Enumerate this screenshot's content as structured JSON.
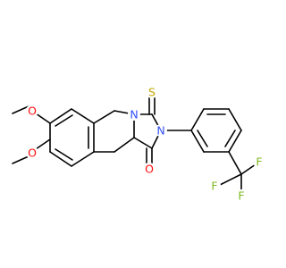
{
  "molecule": {
    "atoms": {
      "o_methoxy_top": "O",
      "o_methoxy_bottom": "O",
      "n_ring_a": "N",
      "n_ring_b": "N",
      "s_thione": "S",
      "o_carbonyl": "O",
      "f_1": "F",
      "f_2": "F",
      "f_3": "F"
    }
  },
  "colors": {
    "bond": "#000000",
    "O": "#ff0d0d",
    "N": "#3050f8",
    "S": "#c8a800",
    "F": "#7dbb1e"
  }
}
